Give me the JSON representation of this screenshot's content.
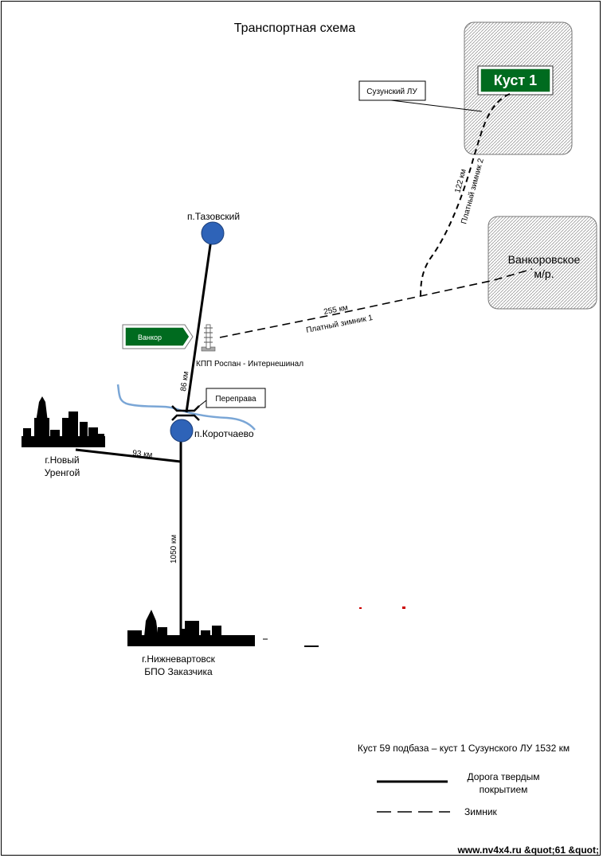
{
  "title": "Транспортная схема",
  "places": {
    "tazovsky": "п.Тазовский",
    "korotchaevo": "п.Коротчаево",
    "novy_urengoy_line1": "г.Новый",
    "novy_urengoy_line2": "Уренгой",
    "nizhnevartovsk_line1": "г.Нижневартовск",
    "nizhnevartovsk_line2": "БПО Заказчика",
    "vankor_field_line1": "Ванкоровское",
    "vankor_field_line2": "м/р."
  },
  "signs": {
    "kust1": "Куст 1",
    "vankor": "Ванкор"
  },
  "callouts": {
    "suzunsky": "Сузунский ЛУ",
    "pereprava": "Переправа"
  },
  "labels": {
    "kpp": "КПП  Роспан - Интернешинал",
    "km_86": "86 км",
    "km_93": "93 км",
    "km_1050": "1050 км",
    "km_255": "255 км",
    "winter_road_1": "Платный зимник 1",
    "km_122": "122 км",
    "winter_road_2": "Платный зимник 2"
  },
  "summary": "Куст 59 подбаза – куст 1 Сузунского ЛУ 1532 км",
  "legend": {
    "paved_line1": "Дорога твердым",
    "paved_line2": "покрытием",
    "winter": "Зимник"
  },
  "watermark": "www.nv4x4.ru &quot;61 &quot;",
  "colors": {
    "sign_green": "#006b1f",
    "node_blue": "#2e63b8",
    "river": "#7aa6d6",
    "field_hatch": "#8a8a8a"
  }
}
